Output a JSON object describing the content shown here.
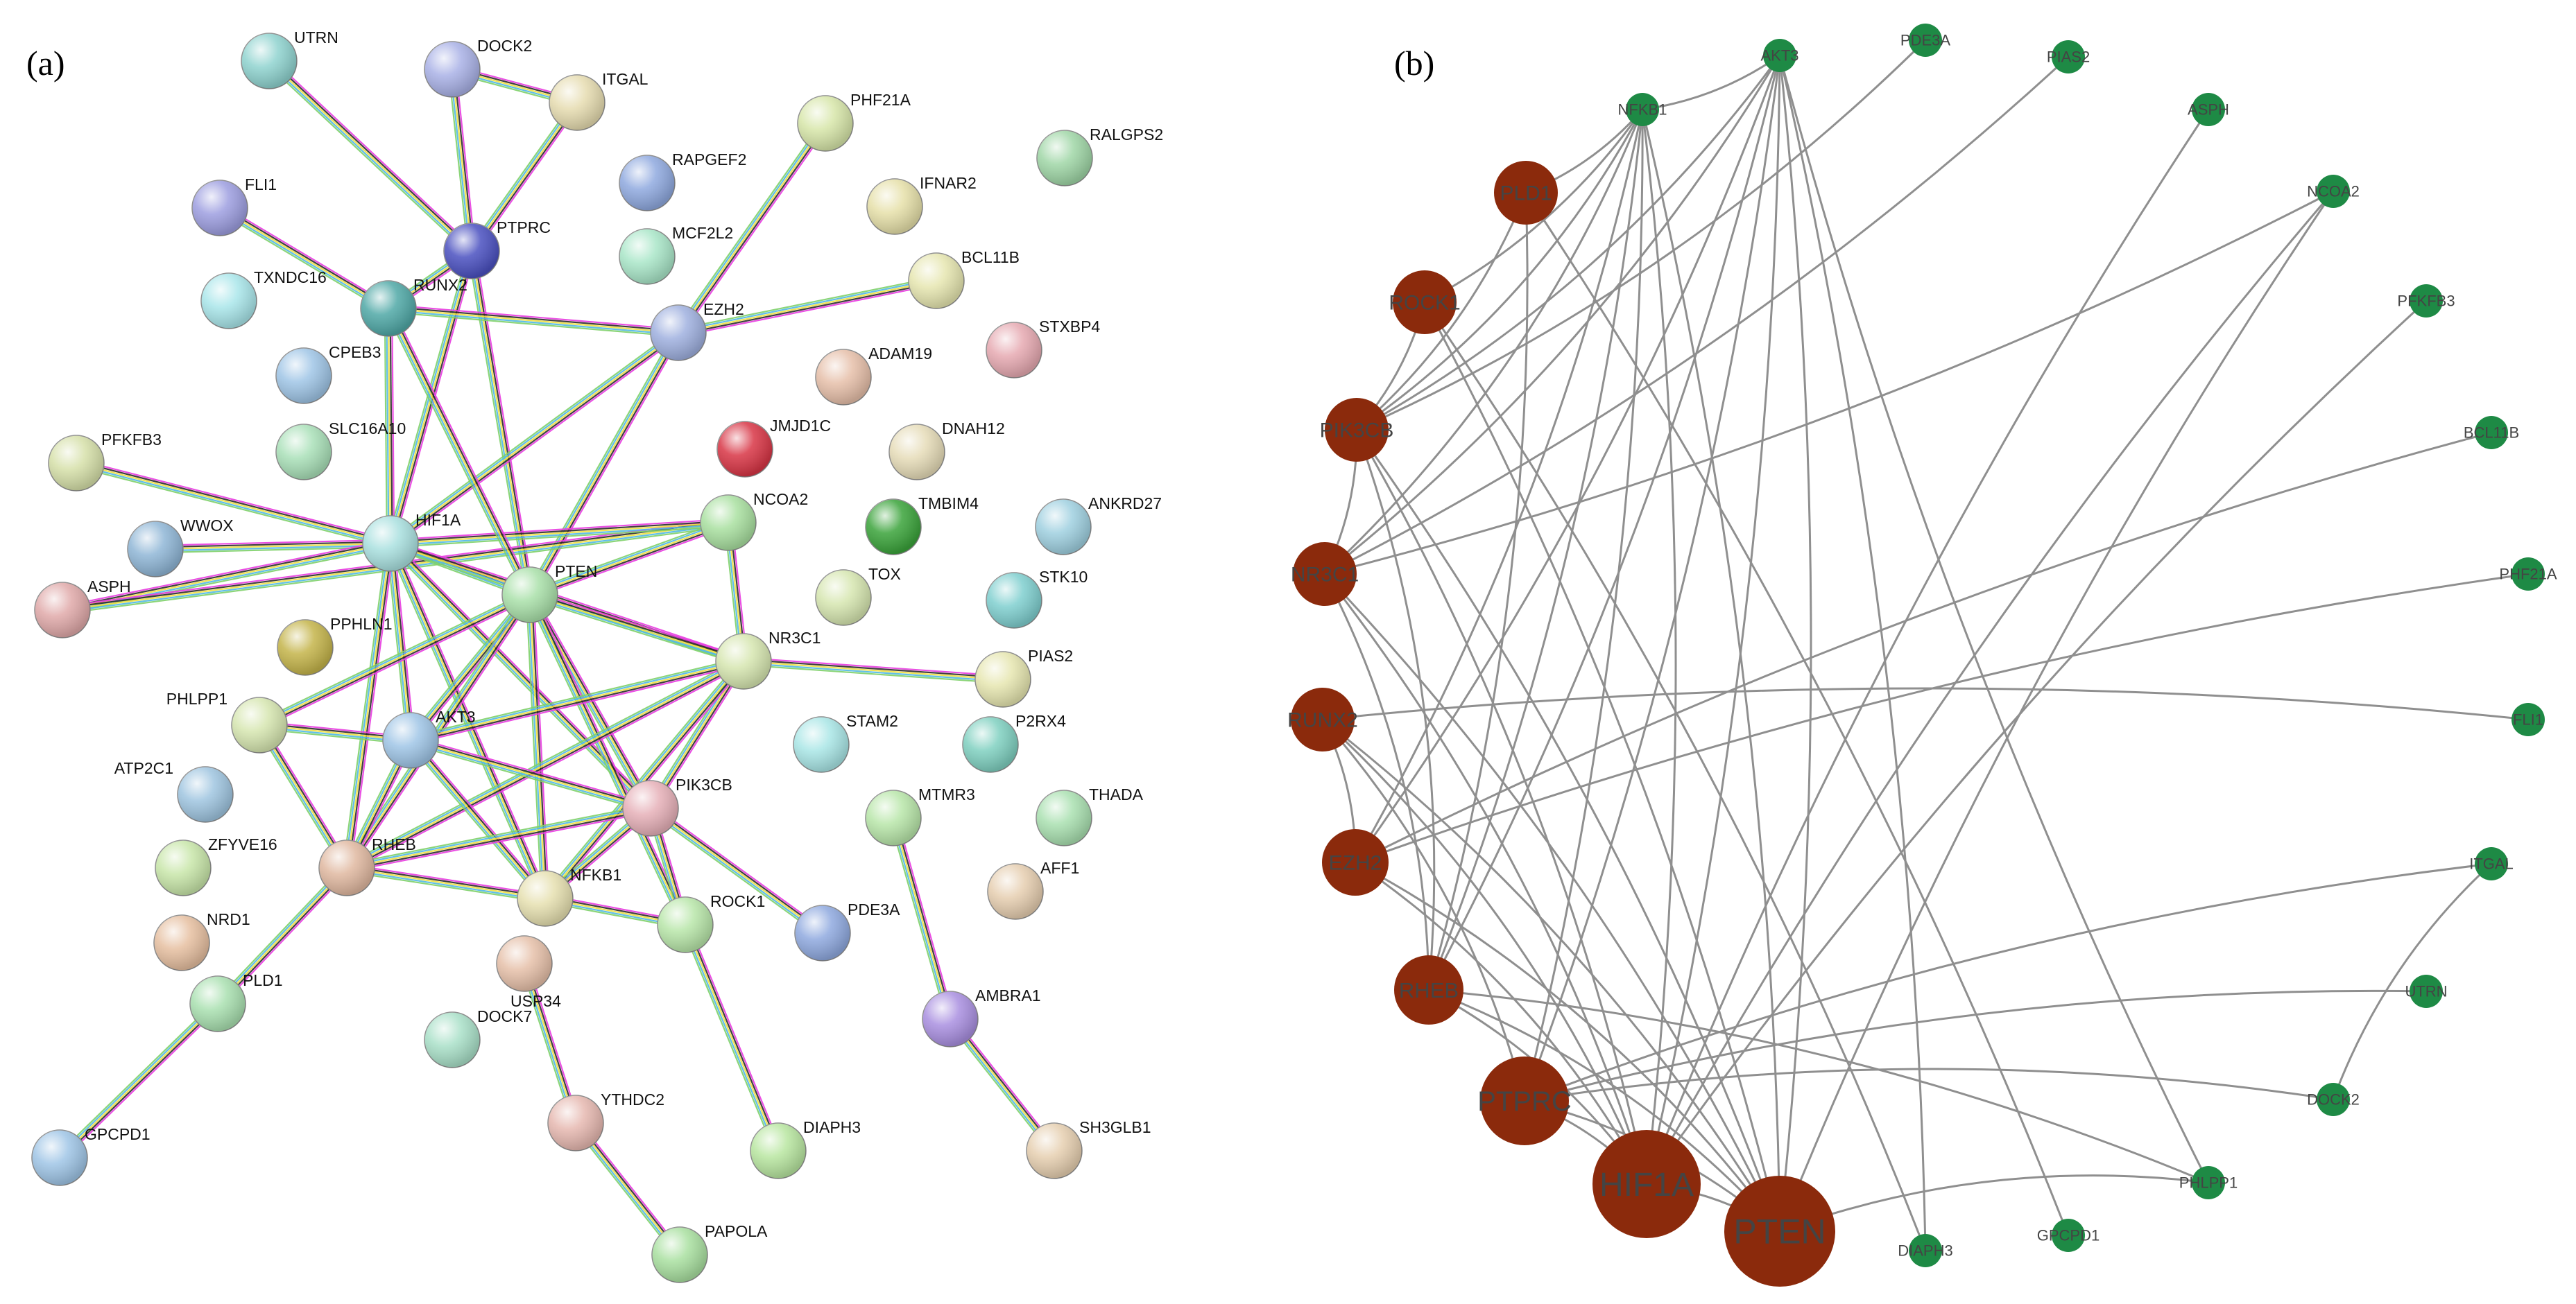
{
  "panel_a": {
    "tag": "(a)",
    "nodes": [
      {
        "id": "UTRN",
        "label": "UTRN",
        "color": "#8fd3cf"
      },
      {
        "id": "DOCK2",
        "label": "DOCK2",
        "color": "#a9b1e6"
      },
      {
        "id": "ITGAL",
        "label": "ITGAL",
        "color": "#e6dcb0"
      },
      {
        "id": "FLI1",
        "label": "FLI1",
        "color": "#9d9ee0"
      },
      {
        "id": "PTPRC",
        "label": "PTPRC",
        "color": "#4a50c0"
      },
      {
        "id": "RAPGEF2",
        "label": "RAPGEF2",
        "color": "#8fa9df"
      },
      {
        "id": "MCF2L2",
        "label": "MCF2L2",
        "color": "#a9e6c8"
      },
      {
        "id": "PHF21A",
        "label": "PHF21A",
        "color": "#d7e6a9"
      },
      {
        "id": "IFNAR2",
        "label": "IFNAR2",
        "color": "#e6e0a9"
      },
      {
        "id": "RALGPS2",
        "label": "RALGPS2",
        "color": "#9fd6a6"
      },
      {
        "id": "TXNDC16",
        "label": "TXNDC16",
        "color": "#a9e6ea"
      },
      {
        "id": "RUNX2",
        "label": "RUNX2",
        "color": "#4fa8a6"
      },
      {
        "id": "EZH2",
        "label": "EZH2",
        "color": "#9fb0df"
      },
      {
        "id": "BCL11B",
        "label": "BCL11B",
        "color": "#e6e6b0"
      },
      {
        "id": "CPEB3",
        "label": "CPEB3",
        "color": "#9fc5e6"
      },
      {
        "id": "ADAM19",
        "label": "ADAM19",
        "color": "#e6bfa9"
      },
      {
        "id": "STXBP4",
        "label": "STXBP4",
        "color": "#e6a9b1"
      },
      {
        "id": "SLC16A10",
        "label": "SLC16A10",
        "color": "#a9e0b8"
      },
      {
        "id": "JMJD1C",
        "label": "JMJD1C",
        "color": "#d83545"
      },
      {
        "id": "DNAH12",
        "label": "DNAH12",
        "color": "#e6dcb8"
      },
      {
        "id": "PFKFB3",
        "label": "PFKFB3",
        "color": "#d6e0a9"
      },
      {
        "id": "NCOA2",
        "label": "NCOA2",
        "color": "#a9e0a0"
      },
      {
        "id": "TMBIM4",
        "label": "TMBIM4",
        "color": "#3aa33a"
      },
      {
        "id": "ANKRD27",
        "label": "ANKRD27",
        "color": "#9fd0e0"
      },
      {
        "id": "WWOX",
        "label": "WWOX",
        "color": "#8fb6d6"
      },
      {
        "id": "HIF1A",
        "label": "HIF1A",
        "color": "#a9e0df"
      },
      {
        "id": "ASPH",
        "label": "ASPH",
        "color": "#e0a9a9"
      },
      {
        "id": "PTEN",
        "label": "PTEN",
        "color": "#a9e0a9"
      },
      {
        "id": "TOX",
        "label": "TOX",
        "color": "#d6e6b0"
      },
      {
        "id": "STK10",
        "label": "STK10",
        "color": "#7fcfcf"
      },
      {
        "id": "PPHLN1",
        "label": "PPHLN1",
        "color": "#c4b44a"
      },
      {
        "id": "NR3C1",
        "label": "NR3C1",
        "color": "#d6e6b0"
      },
      {
        "id": "PIAS2",
        "label": "PIAS2",
        "color": "#e6e6b0"
      },
      {
        "id": "PHLPP1",
        "label": "PHLPP1",
        "color": "#d6e6b0"
      },
      {
        "id": "AKT3",
        "label": "AKT3",
        "color": "#9fc5e6"
      },
      {
        "id": "STAM2",
        "label": "STAM2",
        "color": "#a9e6e6"
      },
      {
        "id": "P2RX4",
        "label": "P2RX4",
        "color": "#7fd0c0"
      },
      {
        "id": "ATP2C1",
        "label": "ATP2C1",
        "color": "#9fc5e0"
      },
      {
        "id": "PIK3CB",
        "label": "PIK3CB",
        "color": "#e6b0b8"
      },
      {
        "id": "THADA",
        "label": "THADA",
        "color": "#a9e0b0"
      },
      {
        "id": "MTMR3",
        "label": "MTMR3",
        "color": "#b8e6a9"
      },
      {
        "id": "ZFYVE16",
        "label": "ZFYVE16",
        "color": "#c8e6a9"
      },
      {
        "id": "RHEB",
        "label": "RHEB",
        "color": "#e0b8a0"
      },
      {
        "id": "AFF1",
        "label": "AFF1",
        "color": "#e6ceb0"
      },
      {
        "id": "NFKB1",
        "label": "NFKB1",
        "color": "#e6e0b0"
      },
      {
        "id": "NRD1",
        "label": "NRD1",
        "color": "#e6bfa0"
      },
      {
        "id": "ROCK1",
        "label": "ROCK1",
        "color": "#b8e6a9"
      },
      {
        "id": "USP34",
        "label": "USP34",
        "color": "#e6c0a9"
      },
      {
        "id": "PDE3A",
        "label": "PDE3A",
        "color": "#8fa9df"
      },
      {
        "id": "PLD1",
        "label": "PLD1",
        "color": "#a9e0b0"
      },
      {
        "id": "AMBRA1",
        "label": "AMBRA1",
        "color": "#a98fe0"
      },
      {
        "id": "DOCK7",
        "label": "DOCK7",
        "color": "#a9e0c8"
      },
      {
        "id": "YTHDC2",
        "label": "YTHDC2",
        "color": "#e6b8b0"
      },
      {
        "id": "DIAPH3",
        "label": "DIAPH3",
        "color": "#b8e6a0"
      },
      {
        "id": "SH3GLB1",
        "label": "SH3GLB1",
        "color": "#e6cfb0"
      },
      {
        "id": "GPCPD1",
        "label": "GPCPD1",
        "color": "#9fc5e6"
      },
      {
        "id": "PAPOLA",
        "label": "PAPOLA",
        "color": "#a9e0a0"
      }
    ],
    "edges": [
      [
        "UTRN",
        "PTPRC"
      ],
      [
        "DOCK2",
        "PTPRC"
      ],
      [
        "DOCK2",
        "ITGAL"
      ],
      [
        "ITGAL",
        "PTPRC"
      ],
      [
        "FLI1",
        "RUNX2"
      ],
      [
        "PTPRC",
        "RUNX2"
      ],
      [
        "PTPRC",
        "PTEN"
      ],
      [
        "PTPRC",
        "HIF1A"
      ],
      [
        "PHF21A",
        "EZH2"
      ],
      [
        "BCL11B",
        "EZH2"
      ],
      [
        "RUNX2",
        "EZH2"
      ],
      [
        "RUNX2",
        "HIF1A"
      ],
      [
        "EZH2",
        "PTEN"
      ],
      [
        "EZH2",
        "HIF1A"
      ],
      [
        "PFKFB3",
        "HIF1A"
      ],
      [
        "WWOX",
        "HIF1A"
      ],
      [
        "ASPH",
        "HIF1A"
      ],
      [
        "ASPH",
        "NCOA2"
      ],
      [
        "HIF1A",
        "NCOA2"
      ],
      [
        "HIF1A",
        "PTEN"
      ],
      [
        "HIF1A",
        "NR3C1"
      ],
      [
        "HIF1A",
        "AKT3"
      ],
      [
        "HIF1A",
        "RHEB"
      ],
      [
        "HIF1A",
        "NFKB1"
      ],
      [
        "HIF1A",
        "PIK3CB"
      ],
      [
        "NCOA2",
        "NR3C1"
      ],
      [
        "NCOA2",
        "PTEN"
      ],
      [
        "PTEN",
        "NR3C1"
      ],
      [
        "PTEN",
        "AKT3"
      ],
      [
        "PTEN",
        "PIK3CB"
      ],
      [
        "PTEN",
        "RHEB"
      ],
      [
        "PTEN",
        "NFKB1"
      ],
      [
        "PTEN",
        "PHLPP1"
      ],
      [
        "PTEN",
        "ROCK1"
      ],
      [
        "NR3C1",
        "PIAS2"
      ],
      [
        "NR3C1",
        "PIK3CB"
      ],
      [
        "NR3C1",
        "RHEB"
      ],
      [
        "NR3C1",
        "NFKB1"
      ],
      [
        "NR3C1",
        "AKT3"
      ],
      [
        "PHLPP1",
        "AKT3"
      ],
      [
        "PHLPP1",
        "RHEB"
      ],
      [
        "AKT3",
        "PIK3CB"
      ],
      [
        "AKT3",
        "RHEB"
      ],
      [
        "AKT3",
        "NFKB1"
      ],
      [
        "PIK3CB",
        "RHEB"
      ],
      [
        "PIK3CB",
        "NFKB1"
      ],
      [
        "PIK3CB",
        "ROCK1"
      ],
      [
        "PIK3CB",
        "PDE3A"
      ],
      [
        "RHEB",
        "PLD1"
      ],
      [
        "RHEB",
        "NFKB1"
      ],
      [
        "NFKB1",
        "ROCK1"
      ],
      [
        "ROCK1",
        "DIAPH3"
      ],
      [
        "PLD1",
        "GPCPD1"
      ],
      [
        "USP34",
        "YTHDC2"
      ],
      [
        "YTHDC2",
        "PAPOLA"
      ],
      [
        "MTMR3",
        "AMBRA1"
      ],
      [
        "AMBRA1",
        "SH3GLB1"
      ],
      [
        "RUNX2",
        "PTEN"
      ]
    ]
  },
  "panel_b": {
    "tag": "(b)",
    "hub_color": "#8b2a0c",
    "leaf_color": "#1e8a45",
    "edge_color": "#8f8f8f",
    "hubs": [
      {
        "id": "PLD1",
        "label": "PLD1"
      },
      {
        "id": "ROCK1",
        "label": "ROCK1"
      },
      {
        "id": "PIK3CB",
        "label": "PIK3CB"
      },
      {
        "id": "NR3C1",
        "label": "NR3C1"
      },
      {
        "id": "RUNX2",
        "label": "RUNX2"
      },
      {
        "id": "EZH2",
        "label": "EZH2"
      },
      {
        "id": "RHEB",
        "label": "RHEB"
      },
      {
        "id": "PTPRC",
        "label": "PTPRC"
      },
      {
        "id": "HIF1A",
        "label": "HIF1A"
      },
      {
        "id": "PTEN",
        "label": "PTEN"
      }
    ],
    "leaves": [
      {
        "id": "AKT3",
        "label": "AKT3"
      },
      {
        "id": "PDE3A",
        "label": "PDE3A"
      },
      {
        "id": "PIAS2",
        "label": "PIAS2"
      },
      {
        "id": "NFKB1",
        "label": "NFKB1"
      },
      {
        "id": "ASPH",
        "label": "ASPH"
      },
      {
        "id": "NCOA2",
        "label": "NCOA2"
      },
      {
        "id": "PFKFB3",
        "label": "PFKFB3"
      },
      {
        "id": "BCL11B",
        "label": "BCL11B"
      },
      {
        "id": "PHF21A",
        "label": "PHF21A"
      },
      {
        "id": "FLI1",
        "label": "FLI1"
      },
      {
        "id": "ITGAL",
        "label": "ITGAL"
      },
      {
        "id": "UTRN",
        "label": "UTRN"
      },
      {
        "id": "DOCK2",
        "label": "DOCK2"
      },
      {
        "id": "PHLPP1",
        "label": "PHLPP1"
      },
      {
        "id": "GPCPD1",
        "label": "GPCPD1"
      },
      {
        "id": "DIAPH3",
        "label": "DIAPH3"
      }
    ],
    "edges": [
      [
        "AKT3",
        "PTEN"
      ],
      [
        "AKT3",
        "HIF1A"
      ],
      [
        "AKT3",
        "PTPRC"
      ],
      [
        "AKT3",
        "RHEB"
      ],
      [
        "AKT3",
        "EZH2"
      ],
      [
        "AKT3",
        "NR3C1"
      ],
      [
        "AKT3",
        "PIK3CB"
      ],
      [
        "AKT3",
        "PHLPP1"
      ],
      [
        "AKT3",
        "NFKB1"
      ],
      [
        "AKT3",
        "DIAPH3"
      ],
      [
        "NFKB1",
        "PTEN"
      ],
      [
        "NFKB1",
        "HIF1A"
      ],
      [
        "NFKB1",
        "PIK3CB"
      ],
      [
        "NFKB1",
        "NR3C1"
      ],
      [
        "NFKB1",
        "RHEB"
      ],
      [
        "NFKB1",
        "ROCK1"
      ],
      [
        "NFKB1",
        "EZH2"
      ],
      [
        "NFKB1",
        "PLD1"
      ],
      [
        "NFKB1",
        "PTPRC"
      ],
      [
        "PDE3A",
        "PIK3CB"
      ],
      [
        "PIAS2",
        "NR3C1"
      ],
      [
        "ASPH",
        "HIF1A"
      ],
      [
        "NCOA2",
        "NR3C1"
      ],
      [
        "NCOA2",
        "PTEN"
      ],
      [
        "NCOA2",
        "HIF1A"
      ],
      [
        "PFKFB3",
        "HIF1A"
      ],
      [
        "BCL11B",
        "EZH2"
      ],
      [
        "PHF21A",
        "EZH2"
      ],
      [
        "FLI1",
        "RUNX2"
      ],
      [
        "ITGAL",
        "PTPRC"
      ],
      [
        "ITGAL",
        "DOCK2"
      ],
      [
        "UTRN",
        "PTPRC"
      ],
      [
        "DOCK2",
        "PTPRC"
      ],
      [
        "PHLPP1",
        "PTEN"
      ],
      [
        "PHLPP1",
        "RHEB"
      ],
      [
        "GPCPD1",
        "PLD1"
      ],
      [
        "DIAPH3",
        "ROCK1"
      ],
      [
        "PLD1",
        "RHEB"
      ],
      [
        "PLD1",
        "PIK3CB"
      ],
      [
        "ROCK1",
        "PIK3CB"
      ],
      [
        "ROCK1",
        "PTEN"
      ],
      [
        "PIK3CB",
        "NR3C1"
      ],
      [
        "PIK3CB",
        "PTEN"
      ],
      [
        "PIK3CB",
        "HIF1A"
      ],
      [
        "PIK3CB",
        "RHEB"
      ],
      [
        "NR3C1",
        "PTEN"
      ],
      [
        "NR3C1",
        "HIF1A"
      ],
      [
        "NR3C1",
        "RHEB"
      ],
      [
        "RUNX2",
        "EZH2"
      ],
      [
        "RUNX2",
        "HIF1A"
      ],
      [
        "RUNX2",
        "PTEN"
      ],
      [
        "RUNX2",
        "PTPRC"
      ],
      [
        "EZH2",
        "PTEN"
      ],
      [
        "EZH2",
        "HIF1A"
      ],
      [
        "RHEB",
        "PTEN"
      ],
      [
        "RHEB",
        "HIF1A"
      ],
      [
        "PTPRC",
        "HIF1A"
      ],
      [
        "PTPRC",
        "PTEN"
      ],
      [
        "HIF1A",
        "PTEN"
      ]
    ]
  }
}
